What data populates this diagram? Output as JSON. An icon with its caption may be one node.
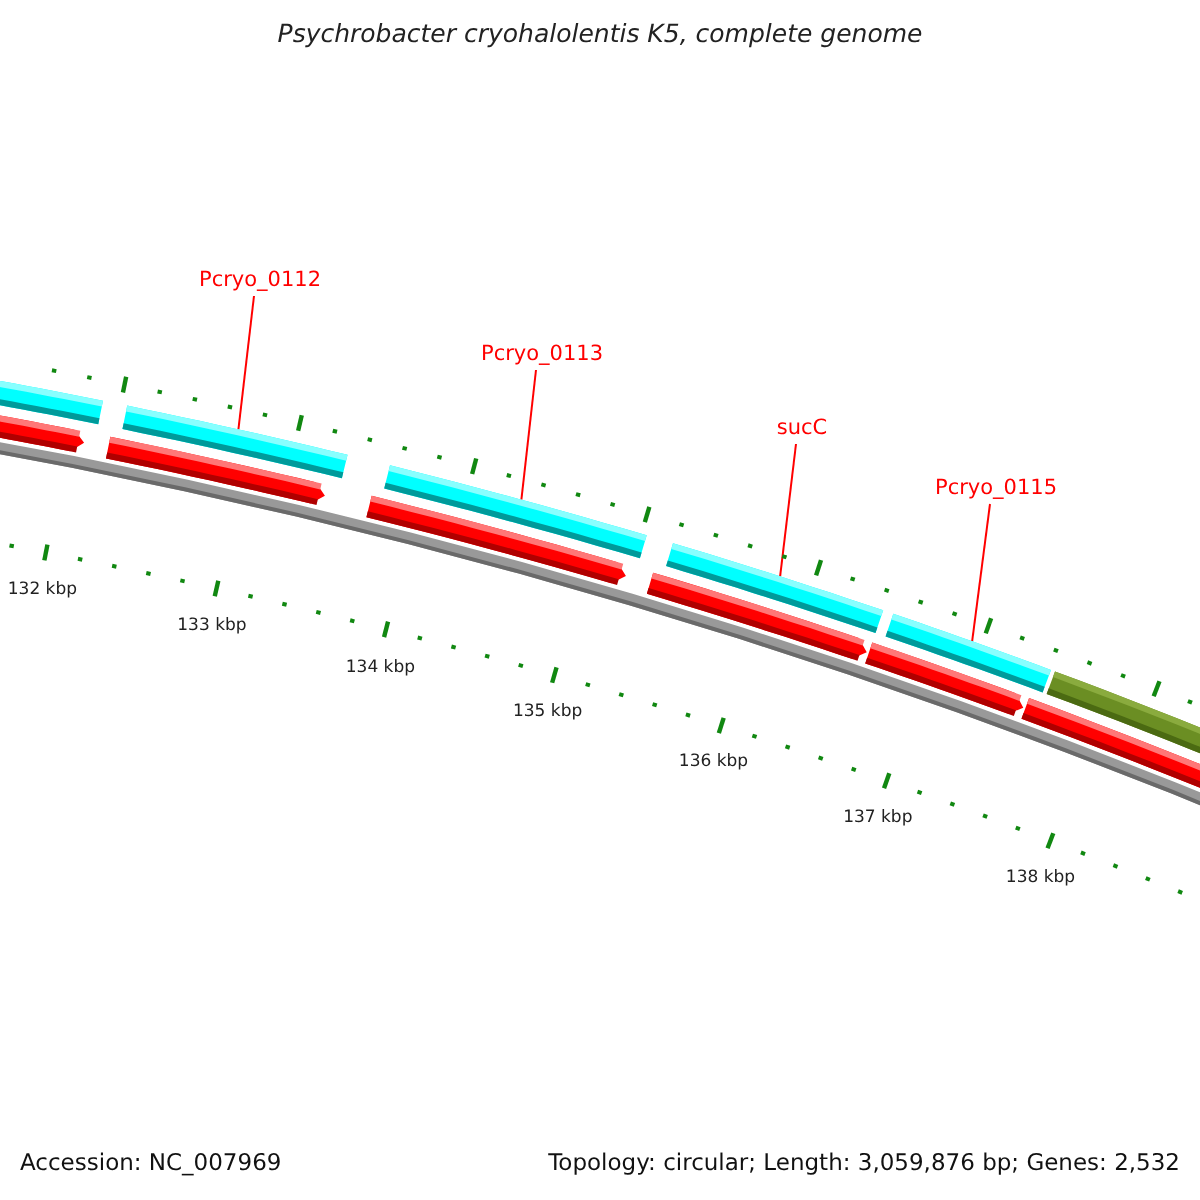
{
  "diagram": {
    "title": "Psychrobacter cryohalolentis K5, complete genome",
    "nodes": [
      {
        "text": [
          "Pcryo_0112"
        ]
      },
      {
        "text": [],
        "shape": "bar"
      },
      {
        "text": [
          "Pcryo_0113"
        ]
      },
      {
        "text": [],
        "shape": "bar"
      },
      {
        "text": [
          "sucC"
        ]
      },
      {
        "text": [],
        "shape": "bar"
      },
      {
        "text": [
          "Pcryo_0115"
        ]
      },
      {
        "text": [],
        "shape": "bar"
      }
    ],
    "edges": [
      {
        "from": 0,
        "to": 1,
        "arrow": "none"
      },
      {
        "from": 2,
        "to": 3,
        "arrow": "none"
      },
      {
        "from": 4,
        "to": 5,
        "arrow": "none"
      },
      {
        "from": 6,
        "to": 7,
        "arrow": "none"
      }
    ],
    "labels": [
      "132 kbp",
      "133 kbp",
      "134 kbp",
      "135 kbp",
      "136 kbp",
      "137 kbp",
      "138 kbp",
      "Accession: NC_007969",
      "Topology: circular; Length: 3,059,876 bp; Genes: 2,532"
    ]
  }
}
